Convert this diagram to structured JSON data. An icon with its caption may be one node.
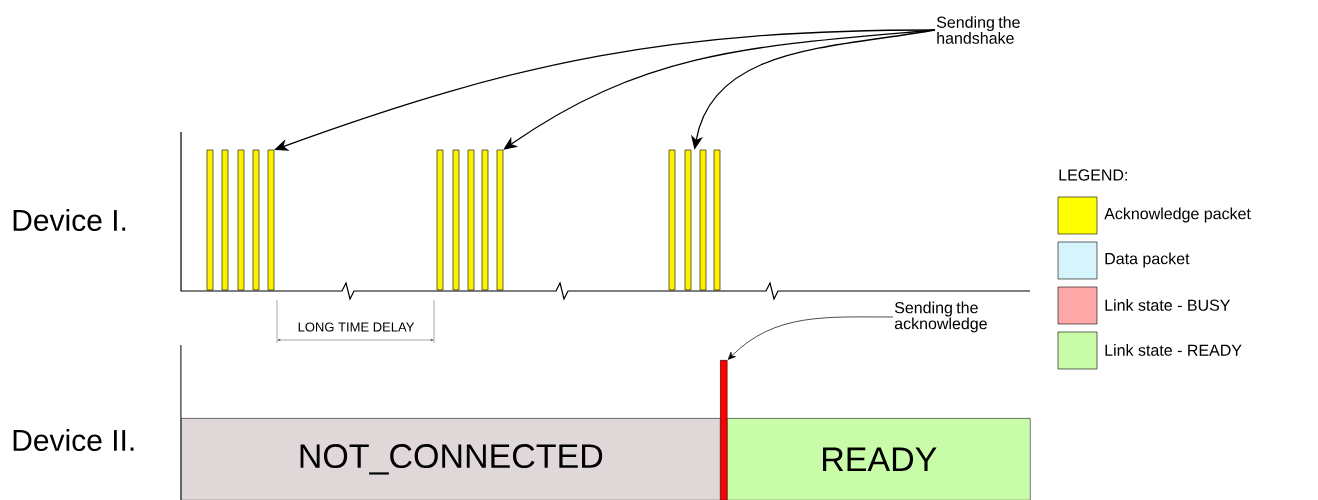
{
  "diagram": {
    "nodes": [
      {
        "text": [
          "Sending the handshake"
        ]
      },
      {
        "text": [],
        "shape": "bar"
      },
      {
        "text": [],
        "shape": "bar"
      },
      {
        "text": [],
        "shape": "bar"
      },
      {
        "text": [
          "Sending the acknowledge"
        ]
      },
      {
        "text": [],
        "shape": "bar"
      },
      {
        "text": [
          "NOT_CONNECTED"
        ]
      },
      {
        "text": [
          "READY"
        ]
      }
    ],
    "edges": [
      {
        "from": 0,
        "to": 1,
        "arrow": "to"
      },
      {
        "from": 0,
        "to": 2,
        "arrow": "to"
      },
      {
        "from": 0,
        "to": 3,
        "arrow": "to"
      },
      {
        "from": 4,
        "to": 5,
        "arrow": "to"
      }
    ],
    "labels": [
      "Device I.",
      "LONG TIME DELAY",
      "Device II.",
      "LEGEND:"
    ],
    "legend": [
      {
        "text": "Acknowledge packet",
        "color": "#ffff00"
      },
      {
        "text": "Data packet",
        "color": "#d5f4fb"
      },
      {
        "text": "Link state - BUSY",
        "color": "#ffa8a8"
      },
      {
        "text": "Link state - READY",
        "color": "#c8fca8"
      }
    ]
  }
}
